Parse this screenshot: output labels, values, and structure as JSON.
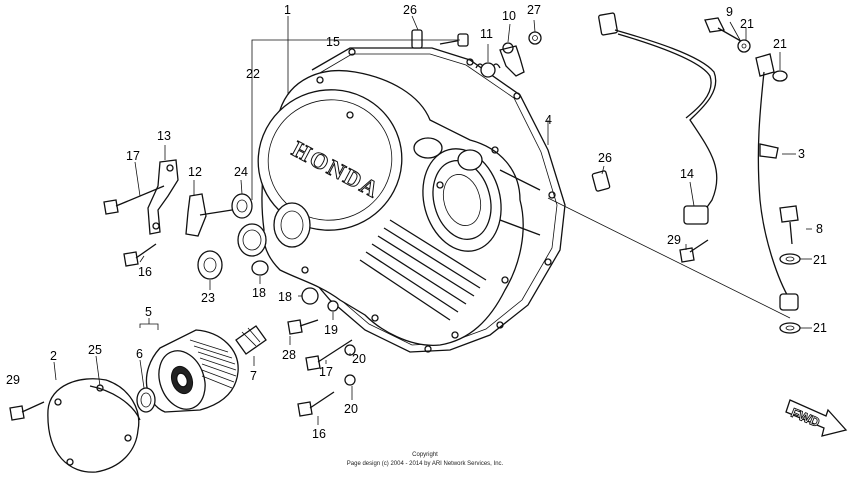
{
  "diagram": {
    "callouts": [
      {
        "n": "1"
      },
      {
        "n": "26"
      },
      {
        "n": "15"
      },
      {
        "n": "11"
      },
      {
        "n": "10"
      },
      {
        "n": "27"
      },
      {
        "n": "9"
      },
      {
        "n": "21"
      },
      {
        "n": "21"
      },
      {
        "n": "22"
      },
      {
        "n": "4"
      },
      {
        "n": "13"
      },
      {
        "n": "17"
      },
      {
        "n": "12"
      },
      {
        "n": "24"
      },
      {
        "n": "26"
      },
      {
        "n": "3"
      },
      {
        "n": "14"
      },
      {
        "n": "29"
      },
      {
        "n": "8"
      },
      {
        "n": "21"
      },
      {
        "n": "16"
      },
      {
        "n": "23"
      },
      {
        "n": "18"
      },
      {
        "n": "18"
      },
      {
        "n": "5"
      },
      {
        "n": "19"
      },
      {
        "n": "21"
      },
      {
        "n": "2"
      },
      {
        "n": "25"
      },
      {
        "n": "6"
      },
      {
        "n": "7"
      },
      {
        "n": "28"
      },
      {
        "n": "20"
      },
      {
        "n": "17"
      },
      {
        "n": "29"
      },
      {
        "n": "20"
      },
      {
        "n": "16"
      }
    ],
    "cover_brand": "HONDA",
    "fwd_label": "FWD",
    "copyright_line1": "Copyright",
    "copyright_line2": "Page design (c) 2004 - 2014 by ARI Network Services, Inc."
  }
}
